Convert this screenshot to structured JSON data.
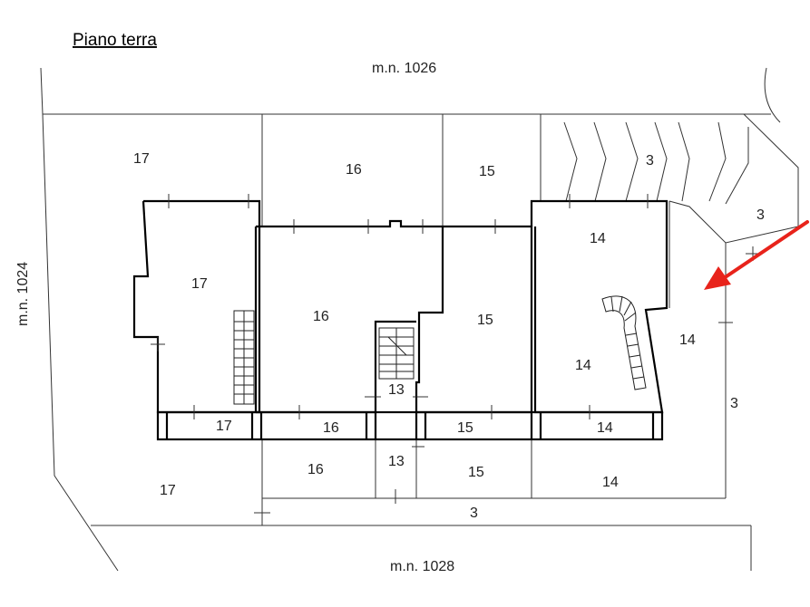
{
  "title": "Piano terra",
  "neighbors": {
    "top": "m.n. 1026",
    "left": "m.n. 1024",
    "bottom": "m.n. 1028"
  },
  "parcels": {
    "p17_top": "17",
    "p16_top": "16",
    "p15_top": "15",
    "p3_top": "3",
    "p3_right_top": "3",
    "p17_house": "17",
    "p16_house": "16",
    "p15_house": "15",
    "p14_house_upper": "14",
    "p14_house_lower": "14",
    "p14_side": "14",
    "p13_stair": "13",
    "p3_right": "3",
    "p17_porch": "17",
    "p16_porch": "16",
    "p15_porch": "15",
    "p14_porch": "14",
    "p17_bottom": "17",
    "p16_bottom": "16",
    "p13_bottom": "13",
    "p15_bottom": "15",
    "p14_bottom": "14",
    "p3_bottom": "3"
  },
  "arrow_color": "#e8231b"
}
